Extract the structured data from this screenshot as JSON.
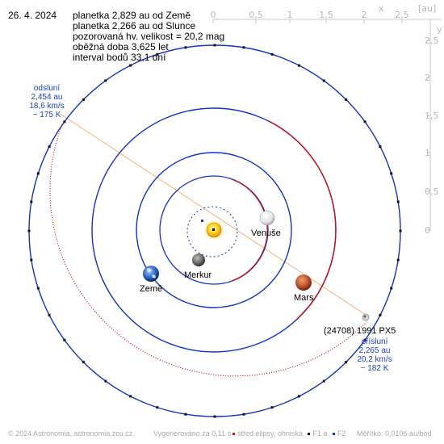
{
  "date": "26. 4. 2024",
  "info_lines": [
    "planetka 2,829 au od Země",
    "planetka 2,266 au od Slunce",
    "pozorovaná hv. velikost = 20,2 mag",
    "oběžná doba 3,625 let",
    "interval bodů 33,1 dní"
  ],
  "axis": {
    "unit": "[au]",
    "x_label": "x",
    "y_label": "y",
    "x_ticks": [
      "0",
      "0,5",
      "1",
      "1,5",
      "2",
      "2,5"
    ],
    "y_ticks": [
      "2,5",
      "2",
      "1,5",
      "1",
      "0,5",
      "0"
    ]
  },
  "bodies": {
    "venus": "Venuše",
    "mercury": "Merkur",
    "earth": "Země",
    "mars": "Mars",
    "asteroid": "(24708) 1991 PX5"
  },
  "aphelion": {
    "title": "odsluní",
    "distance": "2,454 au",
    "speed": "18,6 km/s",
    "temperature": "~ 175 K"
  },
  "perihelion": {
    "title": "přísluní",
    "distance": "2,265 au",
    "speed": "20,2 km/s",
    "temperature": "~ 182 K"
  },
  "footer": {
    "copyright": "© 2024 Astronomia, astronomia.zcu.cz",
    "generated": "Vygenerováno za 0,11 s",
    "legend_center": "střed elipsy, ohniska",
    "legend_f1": "F1 a",
    "legend_f2": "F2",
    "scale": "Měřítko: 0,0106 au/bod"
  },
  "colors": {
    "orbit_blue": "#1133cc",
    "orbit_red": "#cc1111",
    "axis_gray": "#c8c8c8",
    "apsis_line": "#f6b27a",
    "note_blue": "#1a3fd0"
  }
}
